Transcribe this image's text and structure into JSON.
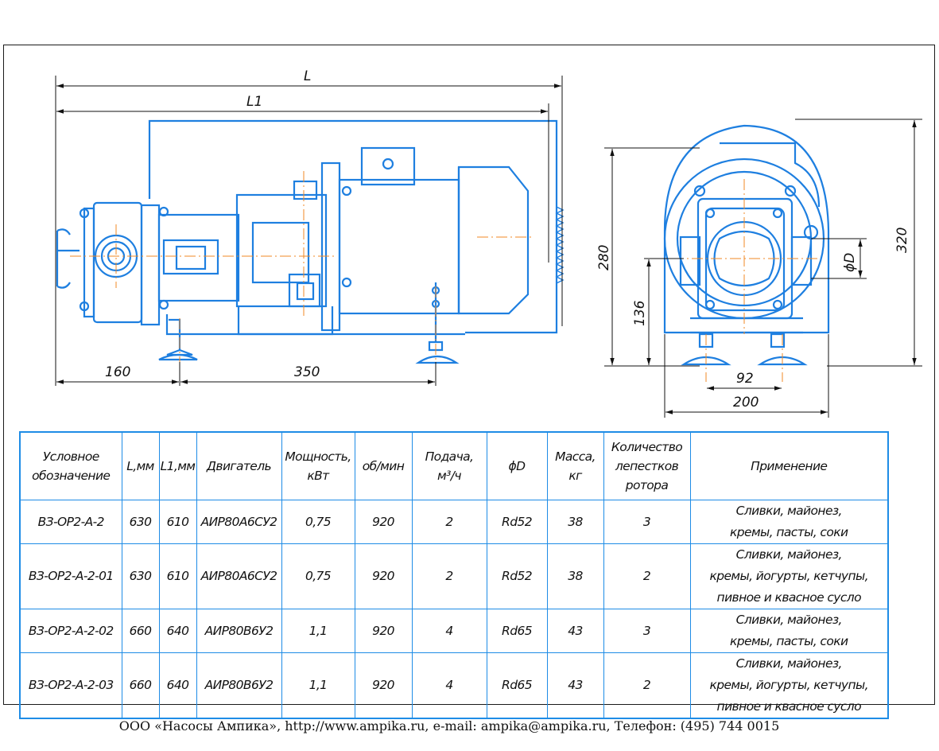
{
  "dimensions": {
    "L": "L",
    "L1": "L1",
    "d160": "160",
    "d350": "350",
    "d280": "280",
    "d136": "136",
    "d320": "320",
    "phiD": "ϕD",
    "d92": "92",
    "d200": "200"
  },
  "table": {
    "headers": [
      [
        "Условное",
        "обозначение"
      ],
      [
        "L,мм"
      ],
      [
        "L1,мм"
      ],
      [
        "Двигатель"
      ],
      [
        "Мощность,",
        "кВт"
      ],
      [
        "об/мин"
      ],
      [
        "Подача,",
        "м³/ч"
      ],
      [
        "ϕD"
      ],
      [
        "Масса,",
        "кг"
      ],
      [
        "Количество",
        "лепестков",
        "ротора"
      ],
      [
        "Применение"
      ]
    ],
    "rows": [
      {
        "code": "ВЗ-ОР2-А-2",
        "L": "630",
        "L1": "610",
        "motor": "АИР80А6СУ2",
        "power": "0,75",
        "rpm": "920",
        "flow": "2",
        "D": "Rd52",
        "mass": "38",
        "petals": "3",
        "use": [
          "Сливки, майонез,",
          "кремы, пасты, соки"
        ]
      },
      {
        "code": "ВЗ-ОР2-А-2-01",
        "L": "630",
        "L1": "610",
        "motor": "АИР80А6СУ2",
        "power": "0,75",
        "rpm": "920",
        "flow": "2",
        "D": "Rd52",
        "mass": "38",
        "petals": "2",
        "use": [
          "Сливки, майонез,",
          "кремы, йогурты, кетчупы,",
          "пивное и квасное сусло"
        ]
      },
      {
        "code": "ВЗ-ОР2-А-2-02",
        "L": "660",
        "L1": "640",
        "motor": "АИР80В6У2",
        "power": "1,1",
        "rpm": "920",
        "flow": "4",
        "D": "Rd65",
        "mass": "43",
        "petals": "3",
        "use": [
          "Сливки, майонез,",
          "кремы, пасты, соки"
        ]
      },
      {
        "code": "ВЗ-ОР2-А-2-03",
        "L": "660",
        "L1": "640",
        "motor": "АИР80В6У2",
        "power": "1,1",
        "rpm": "920",
        "flow": "4",
        "D": "Rd65",
        "mass": "43",
        "petals": "2",
        "use": [
          "Сливки, майонез,",
          "кремы, йогурты, кетчупы,",
          "пивное и квасное сусло"
        ]
      }
    ]
  },
  "footer": "ООО «Насосы Ампика», http://www.ampika.ru, e-mail: ampika@ampika.ru, Телефон: (495) 744 0015",
  "colors": {
    "drawing": "#1e7fe0",
    "table_border": "#1e8ce6",
    "centerline": "#f08a24",
    "frame": "#1a1a1a"
  }
}
